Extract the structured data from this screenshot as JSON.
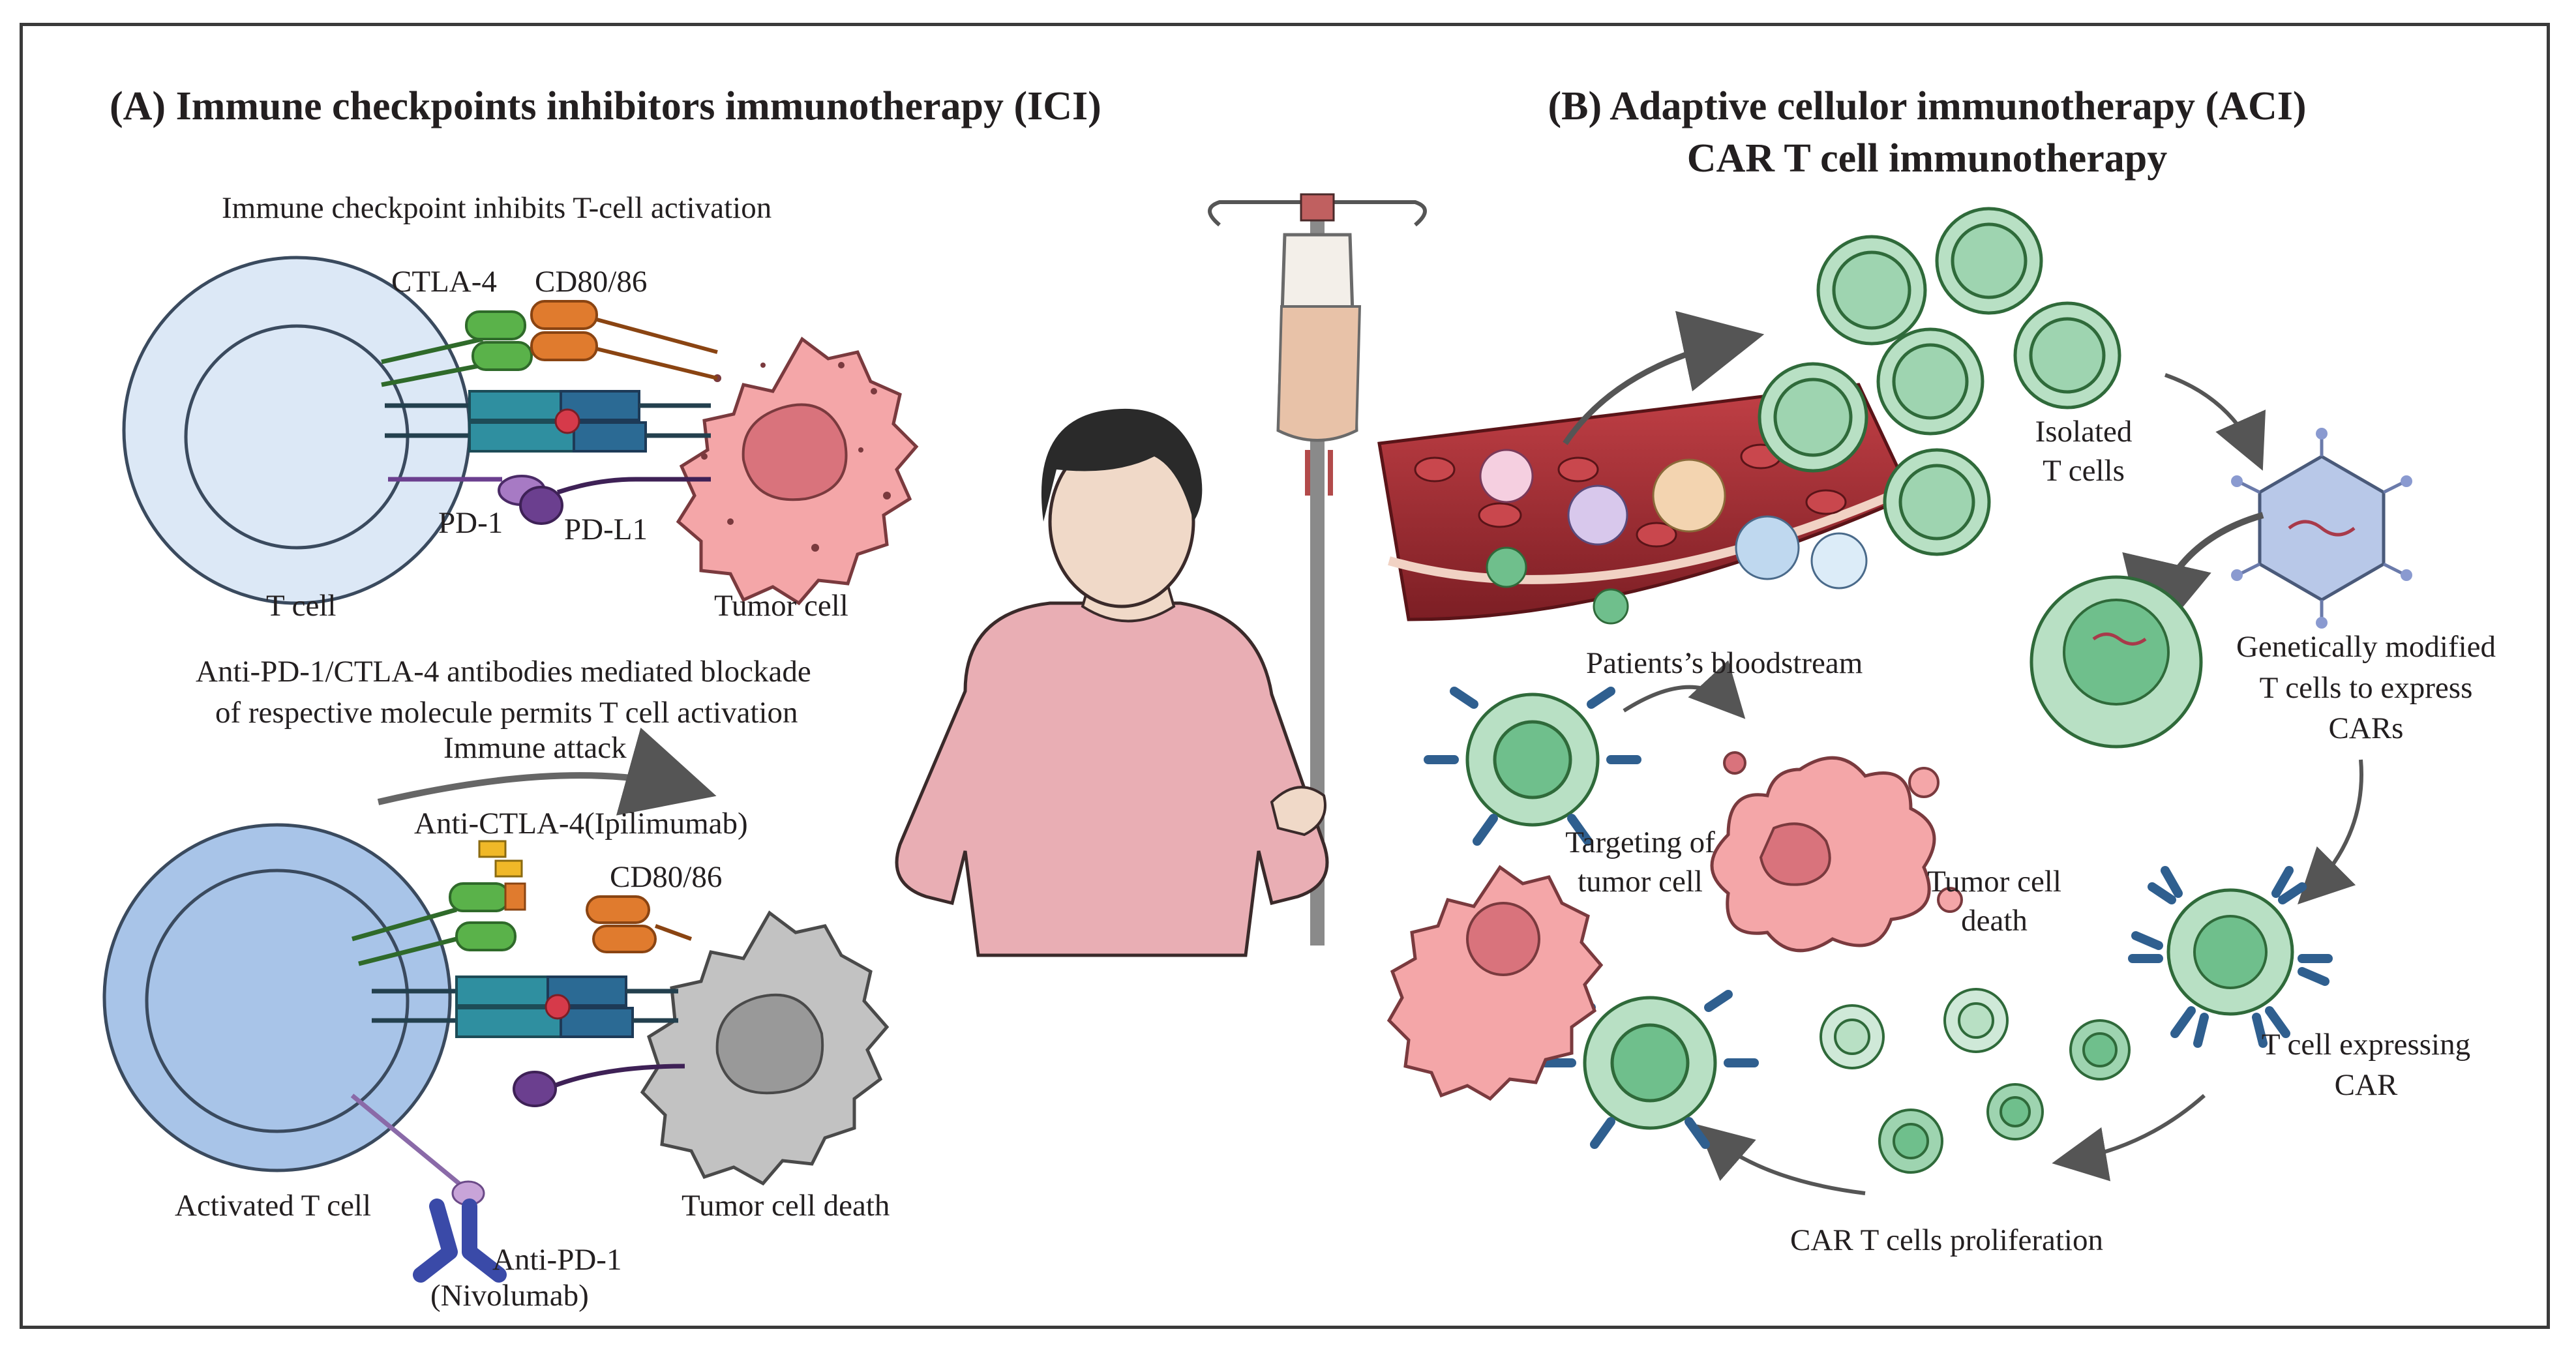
{
  "panel_a": {
    "title": "(A) Immune checkpoints inhibitors immunotherapy (ICI)",
    "top_subtitle": "Immune checkpoint inhibits T-cell activation",
    "labels": {
      "ctla4": "CTLA-4",
      "cd80_86_top": "CD80/86",
      "pd1": "PD-1",
      "pdl1": "PD-L1",
      "t_cell": "T cell",
      "tumor_cell": "Tumor cell",
      "blockade_line1": "Anti-PD-1/CTLA-4 antibodies mediated blockade",
      "blockade_line2": "of respective molecule permits T cell activation",
      "immune_attack": "Immune attack",
      "anti_ctla4": "Anti-CTLA-4(Ipilimumab)",
      "cd80_86_bottom": "CD80/86",
      "activated_t_cell": "Activated T cell",
      "tumor_cell_death": "Tumor cell death",
      "anti_pd1_line1": "Anti-PD-1",
      "anti_pd1_line2": "(Nivolumab)"
    }
  },
  "panel_b": {
    "title_line1": "(B) Adaptive cellulor immunotherapy (ACI)",
    "title_line2": "CAR T cell immunotherapy",
    "labels": {
      "isolated_line1": "Isolated",
      "isolated_line2": "T cells",
      "modified_line1": "Genetically modified",
      "modified_line2": "T cells to express",
      "modified_line3": "CARs",
      "bloodstream": "Patients’s bloodstream",
      "targeting_line1": "Targeting of",
      "targeting_line2": "tumor cell",
      "tumor_death_line1": "Tumor cell",
      "tumor_death_line2": "death",
      "expressing_line1": "T cell expressing",
      "expressing_line2": "CAR",
      "proliferation": "CAR T cells proliferation"
    }
  },
  "colors": {
    "t_cell_fill": "#dce8f6",
    "activated_t_cell_fill": "#a8c4e8",
    "tumor_fill": "#f4a6a8",
    "tumor_nucleus": "#d9737c",
    "dead_tumor_fill": "#c2c2c2",
    "green_cell": "#9ed4b0",
    "car_receptor": "#2f5f8f",
    "ctla4_green": "#5ab24a",
    "cd80_orange": "#e07b2e",
    "pd1_purple": "#6b3f8f",
    "tcr_teal": "#2f8fa0",
    "bag_fluid": "#e8c2a8",
    "blood_red": "#a8363a",
    "skin": "#f0d9c8",
    "shirt": "#e9aeb4"
  },
  "icons": [
    "iv-drip-bag",
    "patient-figure",
    "virus-vector-icon",
    "dna-icon",
    "blood-vessel-section"
  ]
}
